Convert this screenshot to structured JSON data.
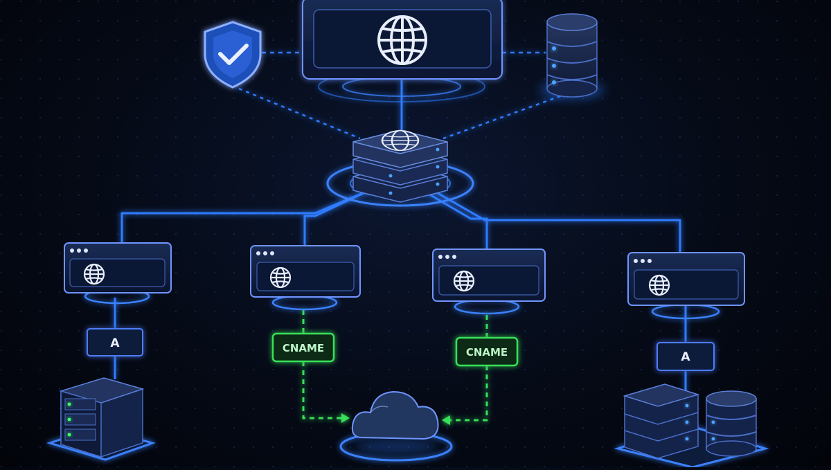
{
  "colors": {
    "background": "#03060f",
    "link_blue": "#2f7bff",
    "glow_blue": "#3b82ff",
    "cname_green": "#39e05a",
    "panel_fill": "#0c1a36",
    "panel_stroke": "#4e7dff",
    "icon_white": "#e8eefc"
  },
  "icons": {
    "top_node": "globe-icon",
    "security": "shield-check-icon",
    "storage": "database-icon",
    "hub": "dns-server-globe-icon",
    "host": "globe-icon",
    "origin_left": "server-rack-icon",
    "cloud": "cloud-icon",
    "origin_right": "server-database-icon"
  },
  "records": {
    "a_left": "A",
    "cname_left": "CNAME",
    "cname_right": "CNAME",
    "a_right": "A"
  }
}
